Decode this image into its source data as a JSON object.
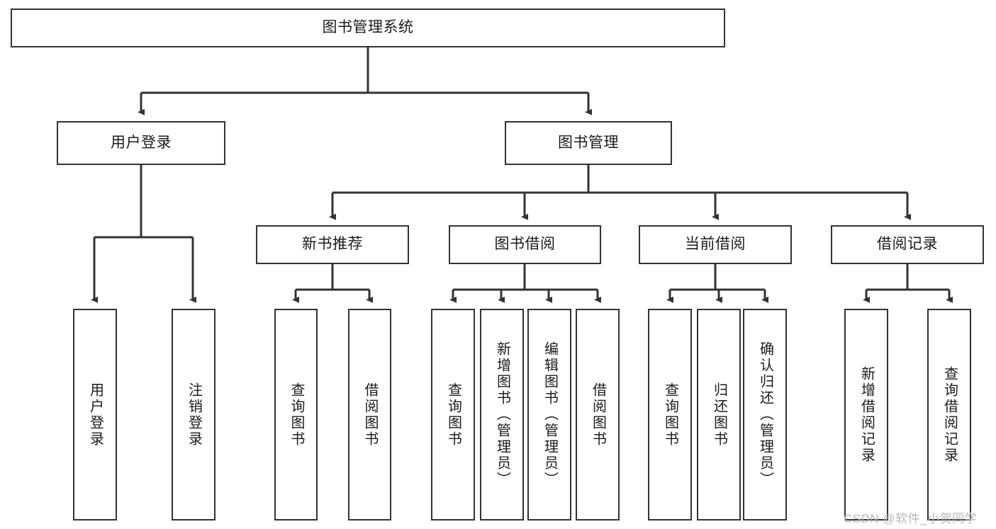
{
  "diagram": {
    "title_text": "图书管理系统",
    "colors": {
      "box_border": "#333333",
      "box_fill": "#ffffff",
      "edge": "#333333",
      "text": "#1b1b1b",
      "watermark": "#b6b6b6",
      "background": "#ffffff"
    },
    "root": {
      "label": "图书管理系统"
    },
    "level2": [
      {
        "label": "用户登录"
      },
      {
        "label": "图书管理"
      }
    ],
    "level3": [
      {
        "label": "新书推荐"
      },
      {
        "label": "图书借阅"
      },
      {
        "label": "当前借阅"
      },
      {
        "label": "借阅记录"
      }
    ],
    "leaves": {
      "user_login": [
        {
          "label": "用户登录"
        },
        {
          "label": "注销登录"
        }
      ],
      "new_book_recommend": [
        {
          "label": "查询图书"
        },
        {
          "label": "借阅图书"
        }
      ],
      "book_borrow": [
        {
          "label": "查询图书"
        },
        {
          "label": "新增图书（管理员）"
        },
        {
          "label": "编辑图书（管理员）"
        },
        {
          "label": "借阅图书"
        }
      ],
      "current_borrow": [
        {
          "label": "查询图书"
        },
        {
          "label": "归还图书"
        },
        {
          "label": "确认归还（管理员）"
        }
      ],
      "borrow_record": [
        {
          "label": "新增借阅记录"
        },
        {
          "label": "查询借阅记录"
        }
      ]
    }
  },
  "watermark": {
    "text": "CSDN @软件_小贺同学"
  }
}
